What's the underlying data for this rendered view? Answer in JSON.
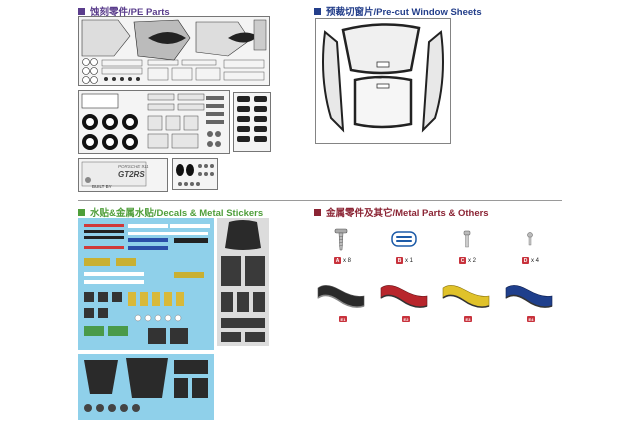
{
  "sections": {
    "pe": {
      "title": "蚀刻零件/PE Parts",
      "color": "#5a3d8c"
    },
    "window": {
      "title": "预裁切窗片/Pre-cut Window Sheets",
      "color": "#233e8a"
    },
    "decals": {
      "title": "水贴&金属水贴/Decals & Metal Stickers",
      "color": "#4f9e3a"
    },
    "metal": {
      "title": "金属零件及其它/Metal Parts & Others",
      "color": "#8b2434"
    }
  },
  "pe_sheet": {
    "emblem": "PORSCHE 911",
    "model": "GT2RS",
    "built_by": "BUILT BY"
  },
  "metal_parts": [
    {
      "badge": "A",
      "qty": "x 8",
      "icon": "screw-icon"
    },
    {
      "badge": "B",
      "qty": "x 1",
      "icon": "spring-clip-icon"
    },
    {
      "badge": "C",
      "qty": "x 2",
      "icon": "pin-icon"
    },
    {
      "badge": "D",
      "qty": "x 4",
      "icon": "small-pin-icon"
    }
  ],
  "cloth_parts": [
    {
      "badge": "E1",
      "color": "#2a2a2a"
    },
    {
      "badge": "E2",
      "color": "#b8262c"
    },
    {
      "badge": "E3",
      "color": "#e0c22a"
    },
    {
      "badge": "E4",
      "color": "#1f3f8c"
    }
  ]
}
